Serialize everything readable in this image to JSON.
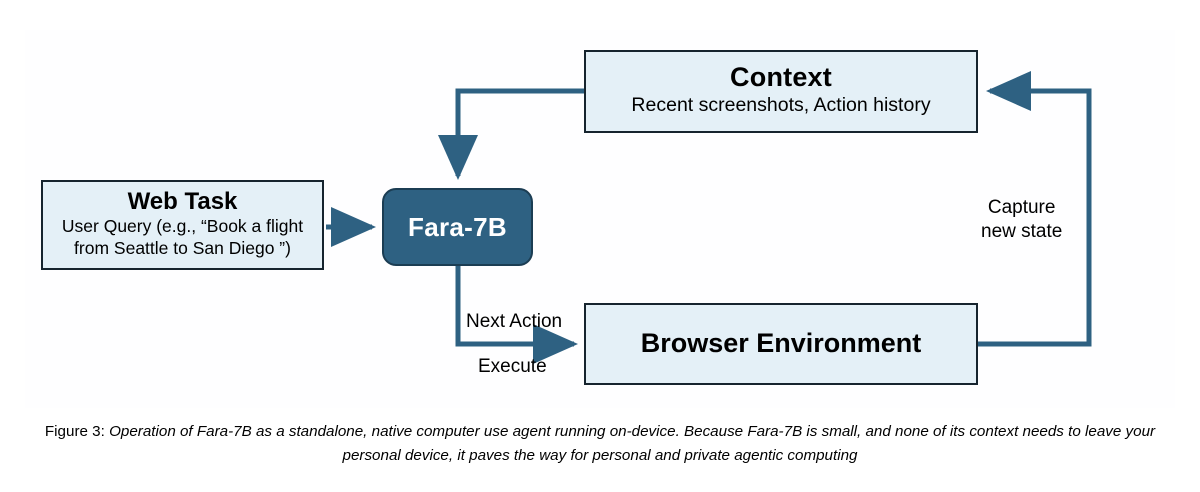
{
  "figure": {
    "caption_label": "Figure 3:",
    "caption_text": "Operation of Fara-7B as a standalone, native computer use agent running on-device. Because Fara-7B is small, and none of its context needs to leave your personal device, it paves the way for personal and private agentic computing"
  },
  "colors": {
    "node_fill": "#e4f0f7",
    "node_border": "#16242e",
    "accent_fill": "#2e6182",
    "accent_border": "#1b3d53",
    "arrow": "#2e6182",
    "background": "#ffffff"
  },
  "nodes": {
    "context": {
      "title": "Context",
      "subtitle": "Recent screenshots, Action history"
    },
    "web_task": {
      "title": "Web Task",
      "subtitle": "User Query (e.g., “Book a flight from Seattle to San Diego ”)"
    },
    "model": {
      "title": "Fara-7B"
    },
    "browser": {
      "title": "Browser Environment"
    }
  },
  "edges": {
    "next_action": "Next Action",
    "execute": "Execute",
    "capture_line1": "Capture",
    "capture_line2": "new state"
  }
}
